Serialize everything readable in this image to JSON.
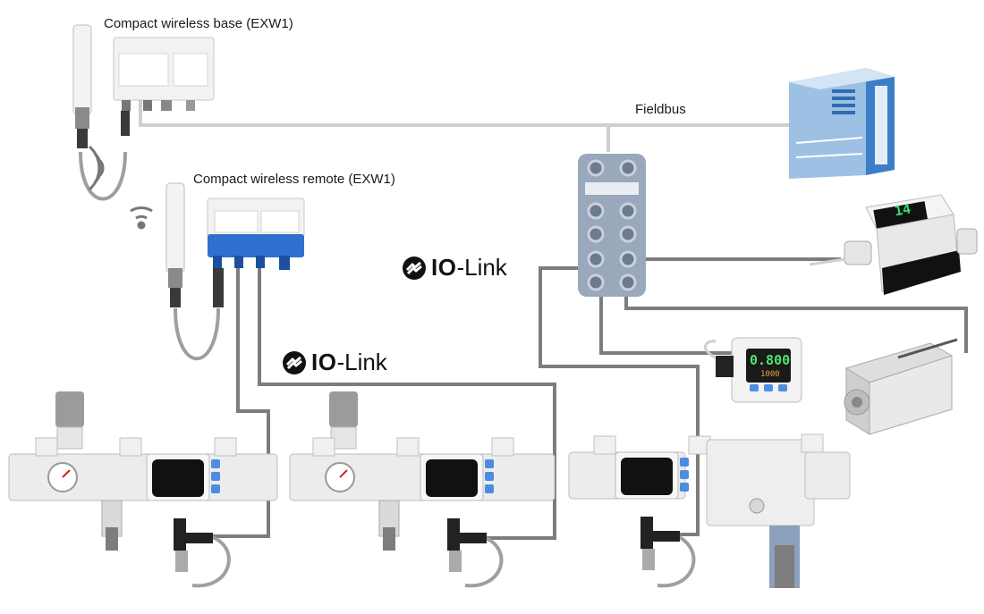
{
  "labels": {
    "wireless_base": "Compact wireless base (EXW1)",
    "wireless_remote": "Compact wireless remote (EXW1)",
    "fieldbus": "Fieldbus"
  },
  "logos": {
    "iolink_1": {
      "prefix": "IO",
      "suffix": "-Link"
    },
    "iolink_2": {
      "prefix": "IO",
      "suffix": "-Link"
    }
  },
  "displays": {
    "flow_switch_readout": "14",
    "pressure_switch_readout": "0.800",
    "pressure_switch_sub": "1000"
  },
  "colors": {
    "cable": "#7d7d7d",
    "remote_blue": "#2f6fd0",
    "hub_gray": "#9aa8bc",
    "pc_blue": "#9cc1e4",
    "pc_dark_blue": "#3a7fc6"
  }
}
